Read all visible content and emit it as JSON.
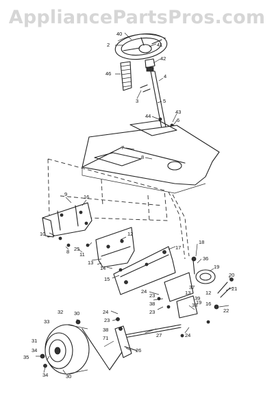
{
  "watermark": "AppliancePartsPros.com",
  "callouts": [
    {
      "id": "c40",
      "text": "40"
    },
    {
      "id": "c2",
      "text": "2"
    },
    {
      "id": "c41",
      "text": "41"
    },
    {
      "id": "c42",
      "text": "42"
    },
    {
      "id": "c46",
      "text": "46"
    },
    {
      "id": "c4",
      "text": "4"
    },
    {
      "id": "c3",
      "text": "3"
    },
    {
      "id": "c5",
      "text": "5"
    },
    {
      "id": "c44",
      "text": "44"
    },
    {
      "id": "c43",
      "text": "43"
    },
    {
      "id": "c6",
      "text": "6"
    },
    {
      "id": "c7",
      "text": "7"
    },
    {
      "id": "c8a",
      "text": "8"
    },
    {
      "id": "c9",
      "text": "9"
    },
    {
      "id": "c16",
      "text": "16"
    },
    {
      "id": "c10",
      "text": "10"
    },
    {
      "id": "c8b",
      "text": "8"
    },
    {
      "id": "c11",
      "text": "11"
    },
    {
      "id": "c25",
      "text": "25"
    },
    {
      "id": "c12",
      "text": "12"
    },
    {
      "id": "c17",
      "text": "17"
    },
    {
      "id": "c18",
      "text": "18"
    },
    {
      "id": "c13",
      "text": "13"
    },
    {
      "id": "c14",
      "text": "14"
    },
    {
      "id": "c15",
      "text": "15"
    },
    {
      "id": "c36",
      "text": "36"
    },
    {
      "id": "c19",
      "text": "19"
    },
    {
      "id": "c20",
      "text": "20"
    },
    {
      "id": "c37",
      "text": "37"
    },
    {
      "id": "c13b",
      "text": "13"
    },
    {
      "id": "c12b",
      "text": "12"
    },
    {
      "id": "c24a",
      "text": "24"
    },
    {
      "id": "c23a",
      "text": "23"
    },
    {
      "id": "c39",
      "text": "39"
    },
    {
      "id": "c21",
      "text": "21"
    },
    {
      "id": "c22",
      "text": "22"
    },
    {
      "id": "c38",
      "text": "38"
    },
    {
      "id": "c19b",
      "text": "19"
    },
    {
      "id": "c16b",
      "text": "16"
    },
    {
      "id": "c33b",
      "text": "33"
    },
    {
      "id": "c24b",
      "text": "24"
    },
    {
      "id": "c23b",
      "text": "23"
    },
    {
      "id": "c23c",
      "text": "23"
    },
    {
      "id": "c32",
      "text": "32"
    },
    {
      "id": "c30a",
      "text": "30"
    },
    {
      "id": "c33",
      "text": "33"
    },
    {
      "id": "c38b",
      "text": "38"
    },
    {
      "id": "c71",
      "text": "71"
    },
    {
      "id": "c27",
      "text": "27"
    },
    {
      "id": "c24c",
      "text": "24"
    },
    {
      "id": "c26",
      "text": "26"
    },
    {
      "id": "c31",
      "text": "31"
    },
    {
      "id": "c34a",
      "text": "34"
    },
    {
      "id": "c35",
      "text": "35"
    },
    {
      "id": "c34b",
      "text": "34"
    },
    {
      "id": "c30b",
      "text": "30"
    }
  ]
}
